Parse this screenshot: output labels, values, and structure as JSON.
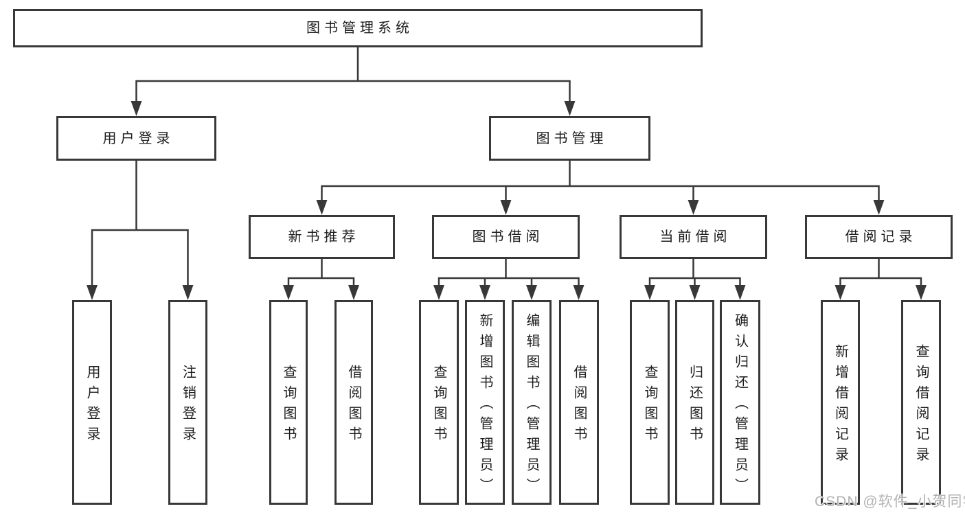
{
  "tree": {
    "label": "图书管理系统",
    "children": [
      {
        "label": "用户登录",
        "children": [
          {
            "label": "用户登录"
          },
          {
            "label": "注销登录"
          }
        ]
      },
      {
        "label": "图书管理",
        "children": [
          {
            "label": "新书推荐",
            "children": [
              {
                "label": "查询图书"
              },
              {
                "label": "借阅图书"
              }
            ]
          },
          {
            "label": "图书借阅",
            "children": [
              {
                "label": "查询图书"
              },
              {
                "label": "新增图书（管理员）"
              },
              {
                "label": "编辑图书（管理员）"
              },
              {
                "label": "借阅图书"
              }
            ]
          },
          {
            "label": "当前借阅",
            "children": [
              {
                "label": "查询图书"
              },
              {
                "label": "归还图书"
              },
              {
                "label": "确认归还（管理员）"
              }
            ]
          },
          {
            "label": "借阅记录",
            "children": [
              {
                "label": "新增借阅记录"
              },
              {
                "label": "查询借阅记录"
              }
            ]
          }
        ]
      }
    ]
  },
  "watermark": {
    "text": "CSDN @软件_小贺同学"
  },
  "colors": {
    "line": "#383838",
    "box_border": "#383838",
    "box_fill": "#ffffff",
    "text": "#1e1e1e",
    "watermark": "#b2b2b2",
    "background": "#ffffff"
  }
}
